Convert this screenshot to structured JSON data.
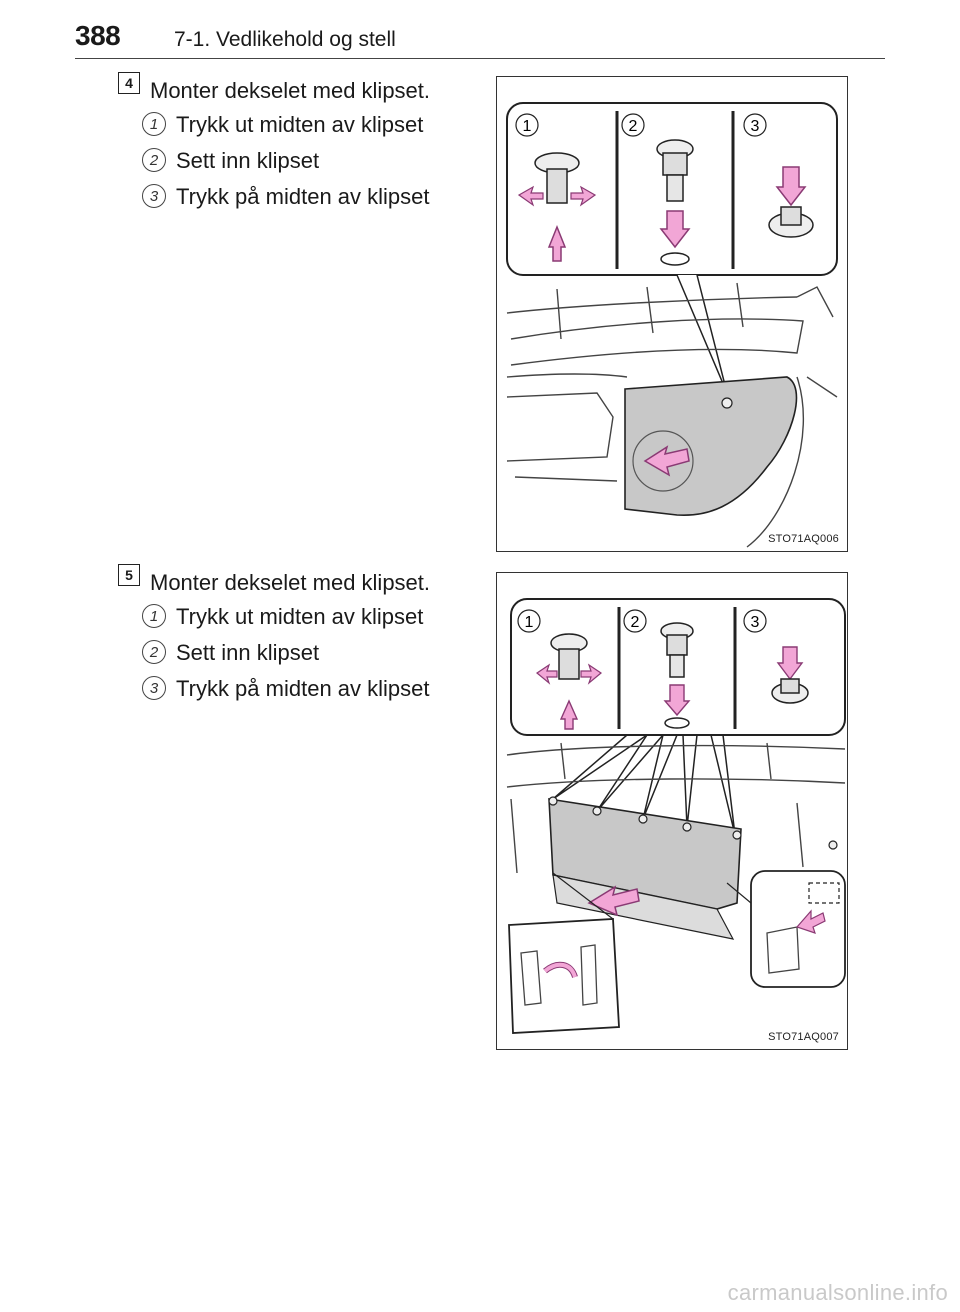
{
  "header": {
    "page_number": "388",
    "section_title": "7-1. Vedlikehold og stell"
  },
  "steps": [
    {
      "number": "4",
      "title": "Monter dekselet med klipset.",
      "sub_items": [
        {
          "num": "1",
          "text": "Trykk ut midten av klipset"
        },
        {
          "num": "2",
          "text": "Sett inn klipset"
        },
        {
          "num": "3",
          "text": "Trykk på midten av klipset"
        }
      ],
      "figure": {
        "callout_numbers": [
          "1",
          "2",
          "3"
        ],
        "code": "STO71AQ006"
      }
    },
    {
      "number": "5",
      "title": "Monter dekselet med klipset.",
      "sub_items": [
        {
          "num": "1",
          "text": "Trykk ut midten av klipset"
        },
        {
          "num": "2",
          "text": "Sett inn klipset"
        },
        {
          "num": "3",
          "text": "Trykk på midten av klipset"
        }
      ],
      "figure": {
        "callout_numbers": [
          "1",
          "2",
          "3"
        ],
        "code": "STO71AQ007"
      }
    }
  ],
  "footer": {
    "watermark": "carmanualsonline.info"
  },
  "colors": {
    "arrow_fill": "#f2a6d6",
    "arrow_stroke": "#8a3a74",
    "panel_fill": "#c8c8c8",
    "line": "#222222"
  }
}
